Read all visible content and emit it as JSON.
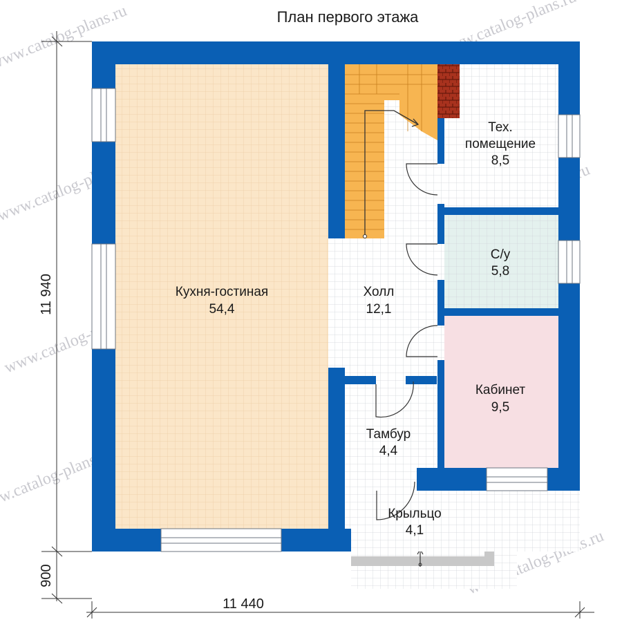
{
  "title": "План первого этажа",
  "watermark": "www.catalog-plans.ru",
  "dimensions": {
    "width_total": "11 440",
    "height_total": "11 940",
    "porch_offset": "900"
  },
  "rooms": {
    "kitchen": {
      "name": "Кухня-гостиная",
      "area": "54,4"
    },
    "hall": {
      "name": "Холл",
      "area": "12,1"
    },
    "tech": {
      "name_line1": "Тех.",
      "name_line2": "помещение",
      "area": "8,5"
    },
    "wc": {
      "name": "С/у",
      "area": "5,8"
    },
    "cabinet": {
      "name": "Кабинет",
      "area": "9,5"
    },
    "vestibule": {
      "name": "Тамбур",
      "area": "4,4"
    },
    "porch": {
      "name": "Крыльцо",
      "area": "4,1"
    }
  },
  "colors": {
    "wall": "#0a5fb4",
    "kitchen_floor": "#fbe6c8",
    "stair": "#f7b551",
    "wc_floor": "#e4f1ee",
    "cabinet_floor": "#f7dfe3",
    "chimney": "#a8321e",
    "porch_step": "#c8c8c8"
  }
}
